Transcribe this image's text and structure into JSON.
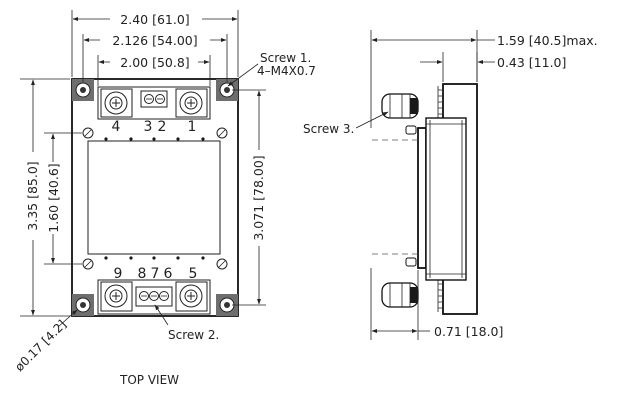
{
  "top_view": {
    "caption": "TOP VIEW",
    "dim_overall_width": "2.40 [61.0]",
    "dim_mount_width": "2.126 [54.00]",
    "dim_terminal_span": "2.00 [50.8]",
    "dim_overall_height": "3.35 [85.0]",
    "dim_window_height": "1.60 [40.6]",
    "dim_mount_height": "3.071 [78.00]",
    "dim_hole_diameter": "ø0.17 [4.2]",
    "screw1_label": "Screw 1.",
    "screw1_spec": "4–M4X0.7",
    "screw2_label": "Screw 2.",
    "terminals_top": [
      "4",
      "3",
      "2",
      "1"
    ],
    "terminals_bottom": [
      "9",
      "8",
      "7",
      "6",
      "5"
    ]
  },
  "side_view": {
    "dim_total_height": "1.59 [40.5]max.",
    "dim_base_height": "0.43 [11.0]",
    "dim_depth": "0.71 [18.0]",
    "screw3_label": "Screw 3."
  }
}
